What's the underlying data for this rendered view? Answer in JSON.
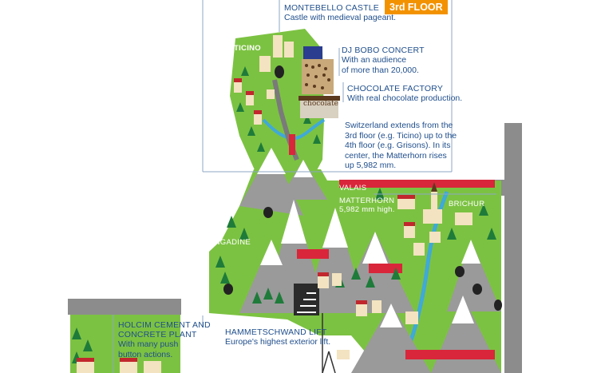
{
  "floor_badge": "3rd FLOOR",
  "callouts": {
    "montebello": {
      "title": "MONTEBELLO CASTLE",
      "text": "Castle with medieval pageant."
    },
    "djbobo": {
      "title": "DJ BOBO CONCERT",
      "lines": [
        "With an audience",
        "of more than 20,000."
      ]
    },
    "chocolate": {
      "title": "CHOCOLATE FACTORY",
      "text": "With real chocolate production."
    },
    "switzerland": {
      "lines": [
        "Switzerland extends from the",
        "3rd floor (e.g. Ticino) up to the",
        "4th floor (e.g. Grisons). In its",
        "center, the Matterhorn rises",
        "up 5,982 mm."
      ]
    },
    "matterhorn": {
      "title": "MATTERHORN",
      "text": "5,982 mm high."
    },
    "holcim": {
      "lines_title": [
        "HOLCIM CEMENT AND",
        "CONCRETE PLANT"
      ],
      "lines": [
        "With many push",
        "button actions."
      ]
    },
    "hammetschwand": {
      "title": "HAMMETSCHWAND LIFT",
      "text": "Europe's highest exterior lift."
    }
  },
  "map_labels": {
    "ticino": "TICINO",
    "valais": "VALAIS",
    "brichur": "BRICHUR",
    "engadine": "ENGADINE",
    "chocolate_sign": "chocolate"
  },
  "colors": {
    "accent_orange": "#f39200",
    "text_blue": "#1f4e8c",
    "grass": "#7cc242",
    "mountain": "#9a9a9a",
    "snow": "#ffffff",
    "water": "#3fa9d8",
    "wall": "#8c8c8c"
  }
}
